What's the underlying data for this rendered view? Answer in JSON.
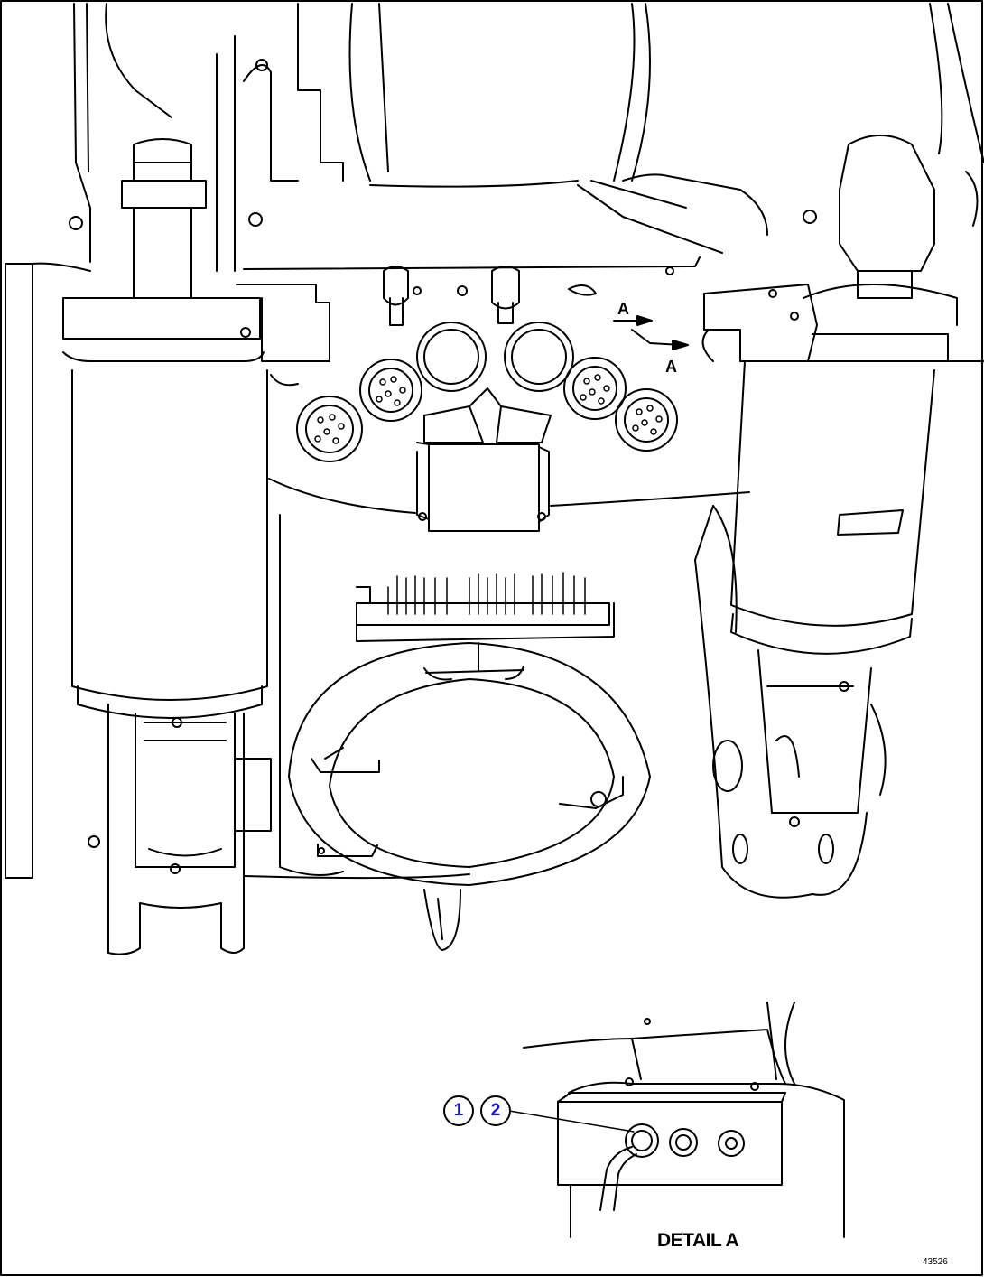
{
  "diagram": {
    "view_marker_top": "A",
    "view_marker_bottom": "A",
    "detail_title": "DETAIL A",
    "callouts": [
      "1",
      "2"
    ],
    "figure_number": "43526"
  }
}
